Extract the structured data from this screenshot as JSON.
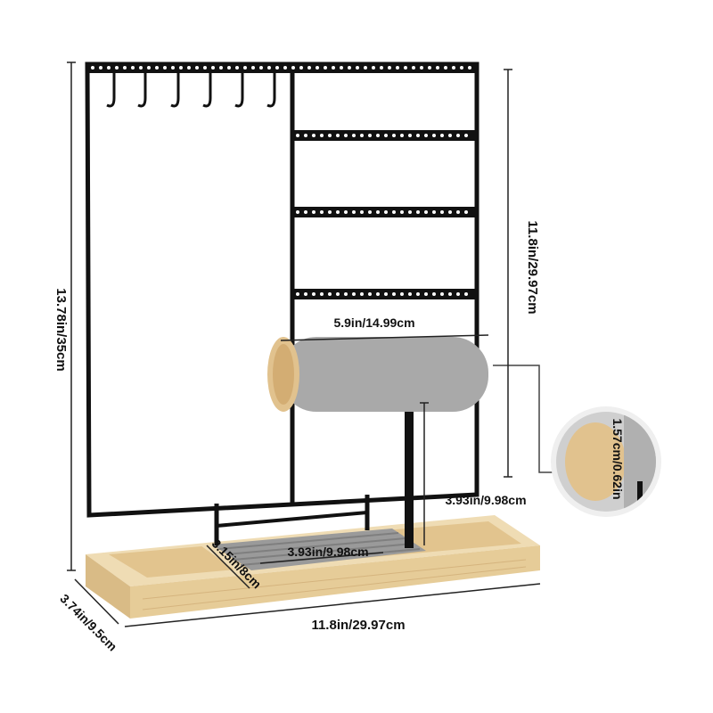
{
  "dimensions": {
    "total_height": "13.78in/35cm",
    "frame_height": "11.8in/29.97cm",
    "bar_width": "5.9in/14.99cm",
    "bar_post_height": "3.93in/9.98cm",
    "tray_slot_length": "3.93in/9.98cm",
    "tray_slot_depth": "3.15in/8cm",
    "base_depth": "3.74in/9.5cm",
    "base_width": "11.8in/29.97cm",
    "bar_diameter": "1.57cm/0.62in"
  },
  "colors": {
    "metal": "#111111",
    "wood": "#ead2a4",
    "wood_dark": "#d9bb86",
    "velvet": "#a9a9a9",
    "dim_line": "#222222"
  }
}
